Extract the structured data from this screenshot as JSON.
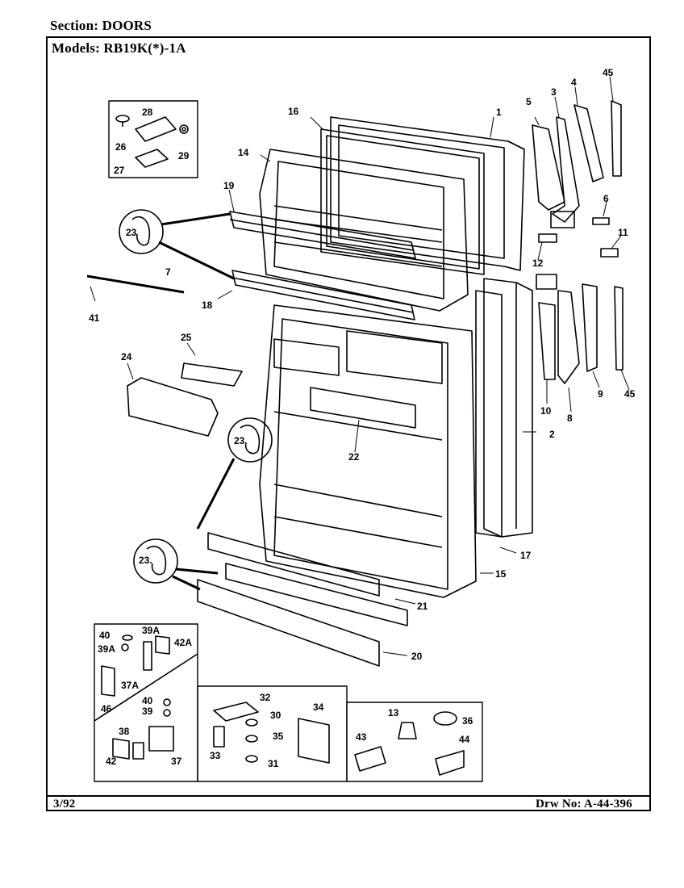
{
  "header": {
    "section_label": "Section:",
    "section_value": "DOORS",
    "models_label": "Models:",
    "models_value": "RB19K(*)-1A"
  },
  "footer": {
    "date": "3/92",
    "drawing_number": "Drw No: A-44-396"
  },
  "callouts": {
    "c23": "23",
    "c23b": "23.",
    "c1": "1",
    "c2": "2",
    "c3": "3",
    "c4": "4",
    "c5": "5",
    "c6": "6",
    "c7": "7",
    "c8": "8",
    "c9": "9",
    "c10": "10",
    "c11": "11",
    "c12": "12",
    "c13": "13",
    "c14": "14",
    "c15": "15",
    "c16": "16",
    "c17": "17",
    "c18": "18",
    "c19": "19",
    "c20": "20",
    "c21": "21",
    "c22": "22",
    "c24": "24",
    "c25": "25",
    "c26": "26",
    "c27": "27",
    "c28": "28",
    "c29": "29",
    "c30": "30",
    "c31": "31",
    "c32": "32",
    "c33": "33",
    "c34": "34",
    "c35": "35",
    "c36": "36",
    "c37": "37",
    "c37a": "37A",
    "c38": "38",
    "c39": "39",
    "c39a": "39A",
    "c40": "40",
    "c41": "41",
    "c42": "42",
    "c42a": "42A",
    "c43": "43",
    "c44": "44",
    "c45": "45",
    "c46": "46"
  }
}
